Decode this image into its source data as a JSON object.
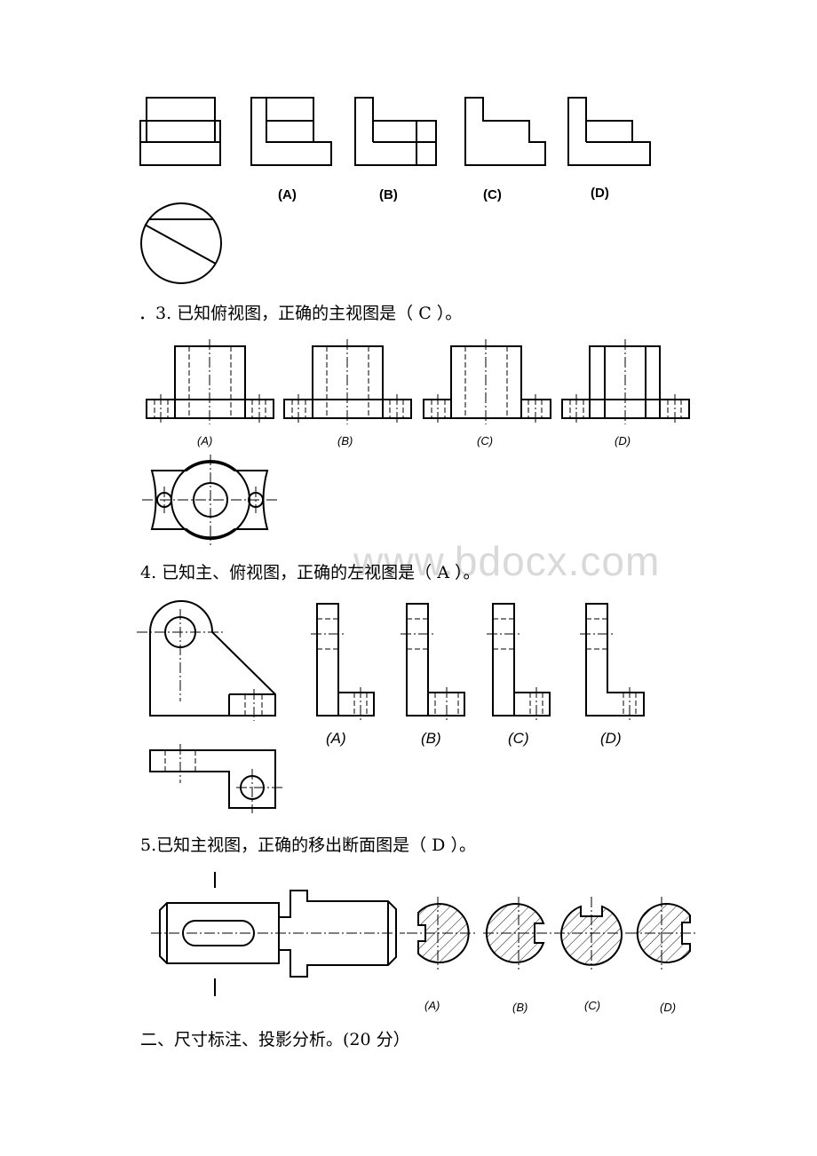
{
  "watermark": "www.bdocx.com",
  "questions": {
    "q3": "．3. 已知俯视图，正确的主视图是（ C ）。",
    "q4": "4. 已知主、俯视图，正确的左视图是（ A ）。",
    "q5": "5.已知主视图，正确的移出断面图是（ D ）。",
    "section2": "二、尺寸标注、投影分析。(20 分）"
  },
  "option_labels": {
    "fig1": [
      "(A)",
      "(B)",
      "(C)",
      "(D)"
    ],
    "fig3": [
      "(A)",
      "(B)",
      "(C)",
      "(D)"
    ],
    "fig4": [
      "(A)",
      "(B)",
      "(C)",
      "(D)"
    ],
    "fig5": [
      "(A)",
      "(B)",
      "(C)",
      "(D)"
    ]
  }
}
